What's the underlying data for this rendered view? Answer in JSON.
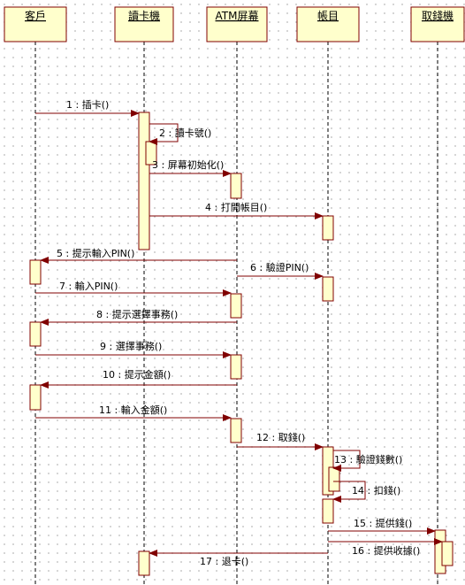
{
  "colors": {
    "header_fill": "#ffffcc",
    "activation_fill": "#ffffcc",
    "border": "#800000",
    "message": "#800000",
    "lifeline": "#000000"
  },
  "lifelines": [
    {
      "name": "客戶"
    },
    {
      "name": "讀卡機"
    },
    {
      "name": "ATM屏幕"
    },
    {
      "name": "帳目"
    },
    {
      "name": "取錢機"
    }
  ],
  "messages": [
    {
      "num": "1",
      "label": "插卡()"
    },
    {
      "num": "2",
      "label": "讀卡號()"
    },
    {
      "num": "3",
      "label": "屏幕初始化()"
    },
    {
      "num": "4",
      "label": "打開帳目()"
    },
    {
      "num": "5",
      "label": "提示輸入PIN()"
    },
    {
      "num": "6",
      "label": "驗證PIN()"
    },
    {
      "num": "7",
      "label": "輸入PIN()"
    },
    {
      "num": "8",
      "label": "提示選擇事務()"
    },
    {
      "num": "9",
      "label": "選擇事務()"
    },
    {
      "num": "10",
      "label": "提示金額()"
    },
    {
      "num": "11",
      "label": "輸入金額()"
    },
    {
      "num": "12",
      "label": "取錢()"
    },
    {
      "num": "13",
      "label": "驗證錢數()"
    },
    {
      "num": "14",
      "label": "扣錢()"
    },
    {
      "num": "15",
      "label": "提供錢()"
    },
    {
      "num": "16",
      "label": "提供收據()"
    },
    {
      "num": "17",
      "label": "退卡()"
    }
  ]
}
